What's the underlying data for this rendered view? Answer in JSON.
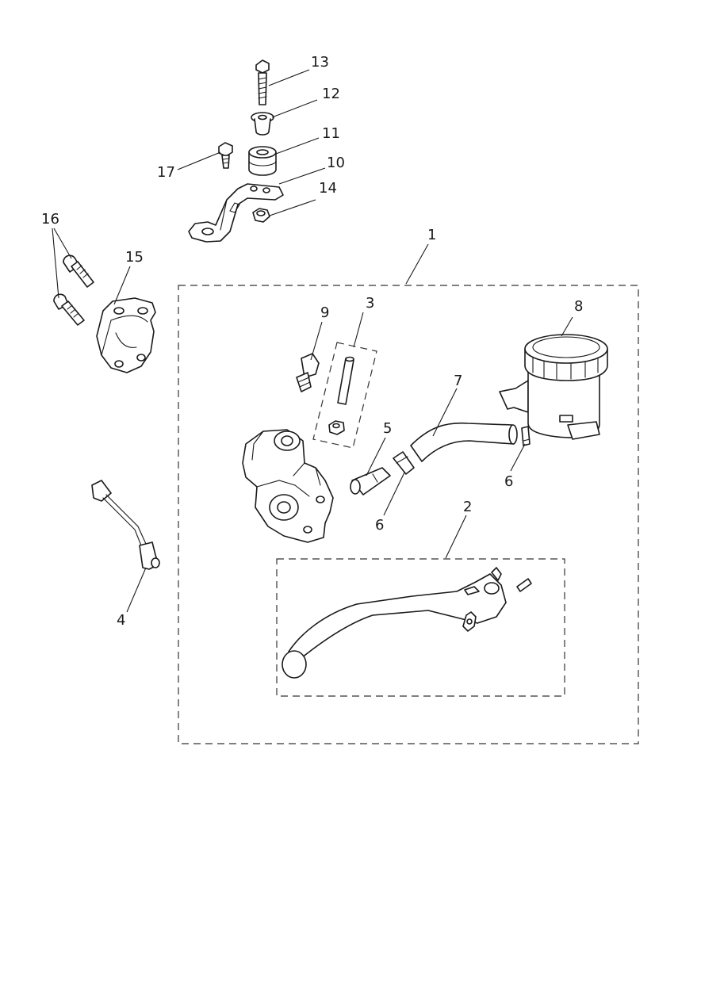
{
  "diagram": {
    "callouts": {
      "c1": "1",
      "c2": "2",
      "c3": "3",
      "c4": "4",
      "c5": "5",
      "c6a": "6",
      "c6b": "6",
      "c7": "7",
      "c8": "8",
      "c9": "9",
      "c10": "10",
      "c11": "11",
      "c12": "12",
      "c13": "13",
      "c14": "14",
      "c15": "15",
      "c16": "16",
      "c17": "17"
    },
    "colors": {
      "line": "#1a1a1a",
      "background": "#ffffff"
    }
  }
}
